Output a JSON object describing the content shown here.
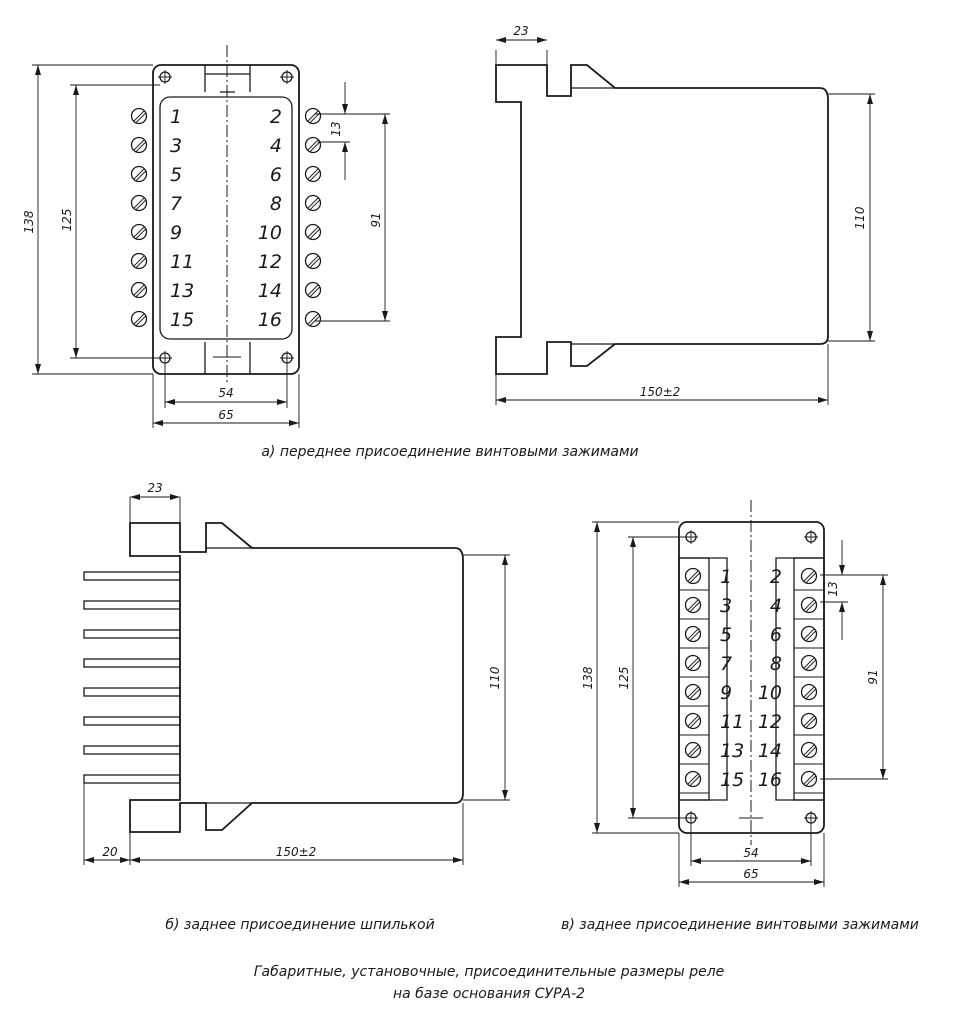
{
  "drawing": {
    "front_view_a": {
      "terminals_left": [
        "1",
        "3",
        "5",
        "7",
        "9",
        "11",
        "13",
        "15"
      ],
      "terminals_right": [
        "2",
        "4",
        "6",
        "8",
        "10",
        "12",
        "14",
        "16"
      ],
      "dims": {
        "height_total": "138",
        "height_mount": "125",
        "pitch": "13",
        "span": "91",
        "width_mount": "54",
        "width_total": "65"
      },
      "caption": "а) переднее присоединение винтовыми зажимами"
    },
    "side_view_a": {
      "dims": {
        "flange": "23",
        "height": "110",
        "length": "150±2"
      }
    },
    "side_view_b": {
      "dims": {
        "flange": "23",
        "height": "110",
        "length": "150±2",
        "stud": "20"
      },
      "caption": "б) заднее присоединение шпилькой"
    },
    "rear_view_v": {
      "terminals_left": [
        "1",
        "3",
        "5",
        "7",
        "9",
        "11",
        "13",
        "15"
      ],
      "terminals_right": [
        "2",
        "4",
        "6",
        "8",
        "10",
        "12",
        "14",
        "16"
      ],
      "dims": {
        "height_total": "138",
        "height_mount": "125",
        "pitch": "13",
        "span": "91",
        "width_mount": "54",
        "width_total": "65"
      },
      "caption": "в) заднее присоединение винтовыми зажимами"
    },
    "title_line1": "Габаритные, установочные, присоединительные размеры реле",
    "title_line2": "на базе основания СУРА-2"
  }
}
